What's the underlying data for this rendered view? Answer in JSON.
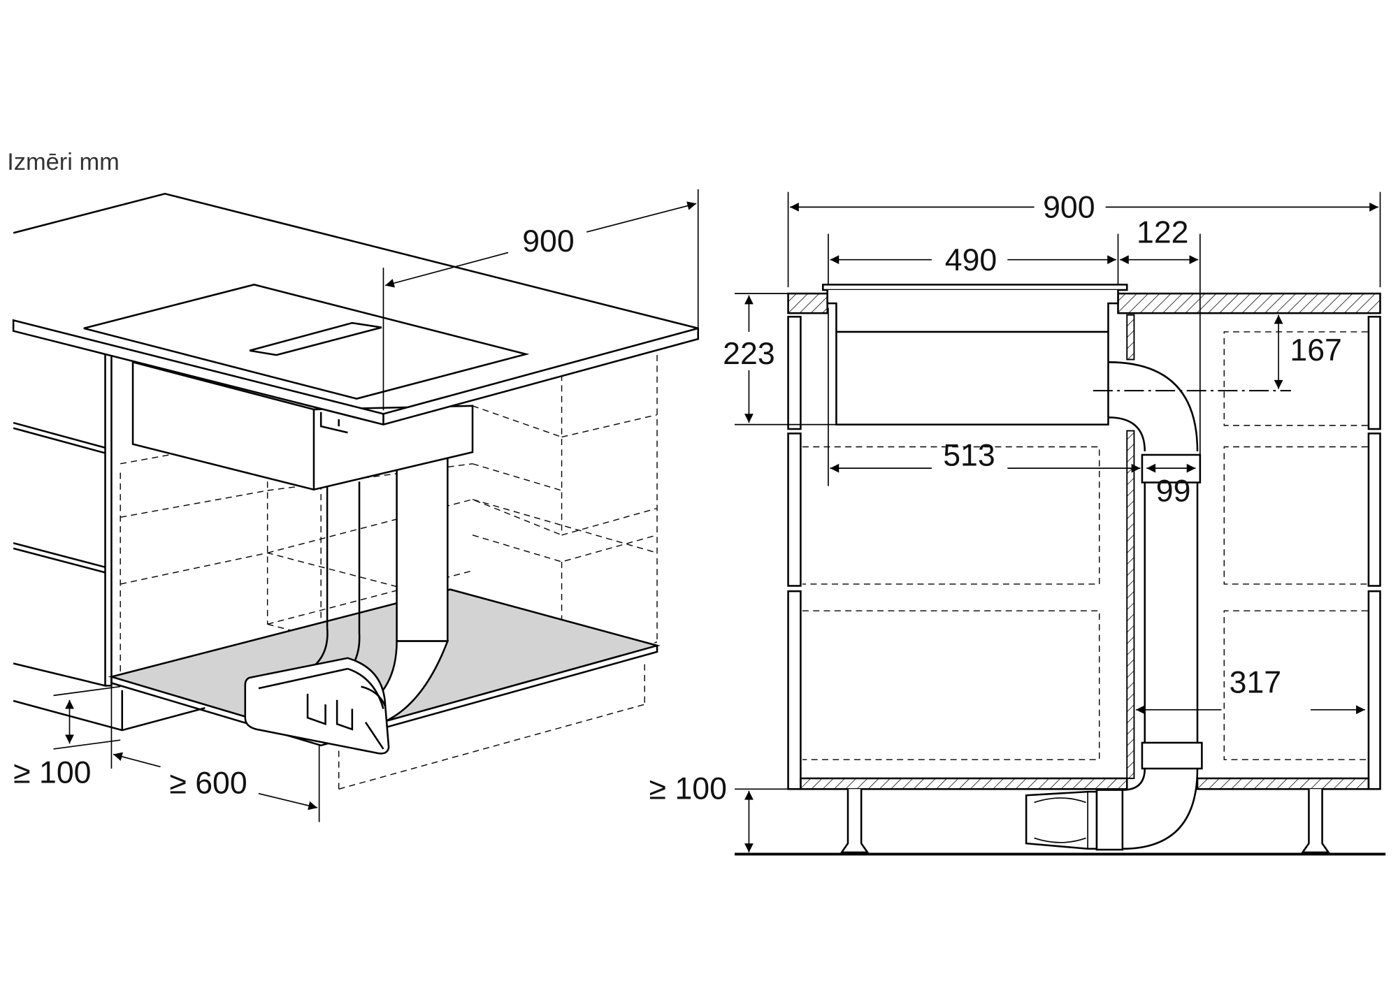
{
  "title": "Izmēri mm",
  "iso_view": {
    "width_label": "900",
    "plinth_height_label": "≥ 100",
    "depth_label": "≥ 600"
  },
  "section_view": {
    "total_width_label": "900",
    "hob_width_label": "490",
    "offset_label": "122",
    "hob_depth_label": "223",
    "duct_center_label": "167",
    "duct_distance_label": "513",
    "duct_diameter_label": "99",
    "side_distance_label": "317",
    "plinth_height_label": "≥ 100"
  },
  "colors": {
    "floor_plate": "#d3d3d3",
    "line": "#000000"
  }
}
